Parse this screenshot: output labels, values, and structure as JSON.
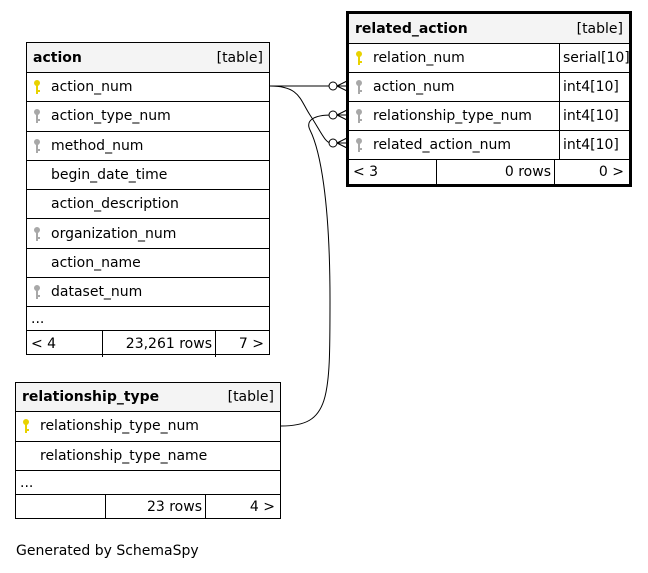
{
  "footer_text": "Generated by SchemaSpy",
  "tables": {
    "action": {
      "name": "action",
      "kind": "[table]",
      "columns": [
        {
          "name": "action_num",
          "key": "primary"
        },
        {
          "name": "action_type_num",
          "key": "foreign"
        },
        {
          "name": "method_num",
          "key": "foreign"
        },
        {
          "name": "begin_date_time",
          "key": "none"
        },
        {
          "name": "action_description",
          "key": "none"
        },
        {
          "name": "organization_num",
          "key": "foreign"
        },
        {
          "name": "action_name",
          "key": "none"
        },
        {
          "name": "dataset_num",
          "key": "foreign"
        }
      ],
      "more": "...",
      "parents": "< 4",
      "rows": "23,261 rows",
      "children": "7 >"
    },
    "related_action": {
      "name": "related_action",
      "kind": "[table]",
      "columns": [
        {
          "name": "relation_num",
          "key": "primary",
          "type": "serial[10]"
        },
        {
          "name": "action_num",
          "key": "foreign",
          "type": "int4[10]"
        },
        {
          "name": "relationship_type_num",
          "key": "foreign",
          "type": "int4[10]"
        },
        {
          "name": "related_action_num",
          "key": "foreign",
          "type": "int4[10]"
        }
      ],
      "parents": "< 3",
      "rows": "0 rows",
      "children": "0 >"
    },
    "relationship_type": {
      "name": "relationship_type",
      "kind": "[table]",
      "columns": [
        {
          "name": "relationship_type_num",
          "key": "primary"
        },
        {
          "name": "relationship_type_name",
          "key": "none"
        }
      ],
      "more": "...",
      "parents": "",
      "rows": "23 rows",
      "children": "4 >"
    }
  },
  "colors": {
    "primary_key": "#e8d200",
    "foreign_key": "#a8a8a8",
    "header_bg": "#f4f4f4"
  }
}
